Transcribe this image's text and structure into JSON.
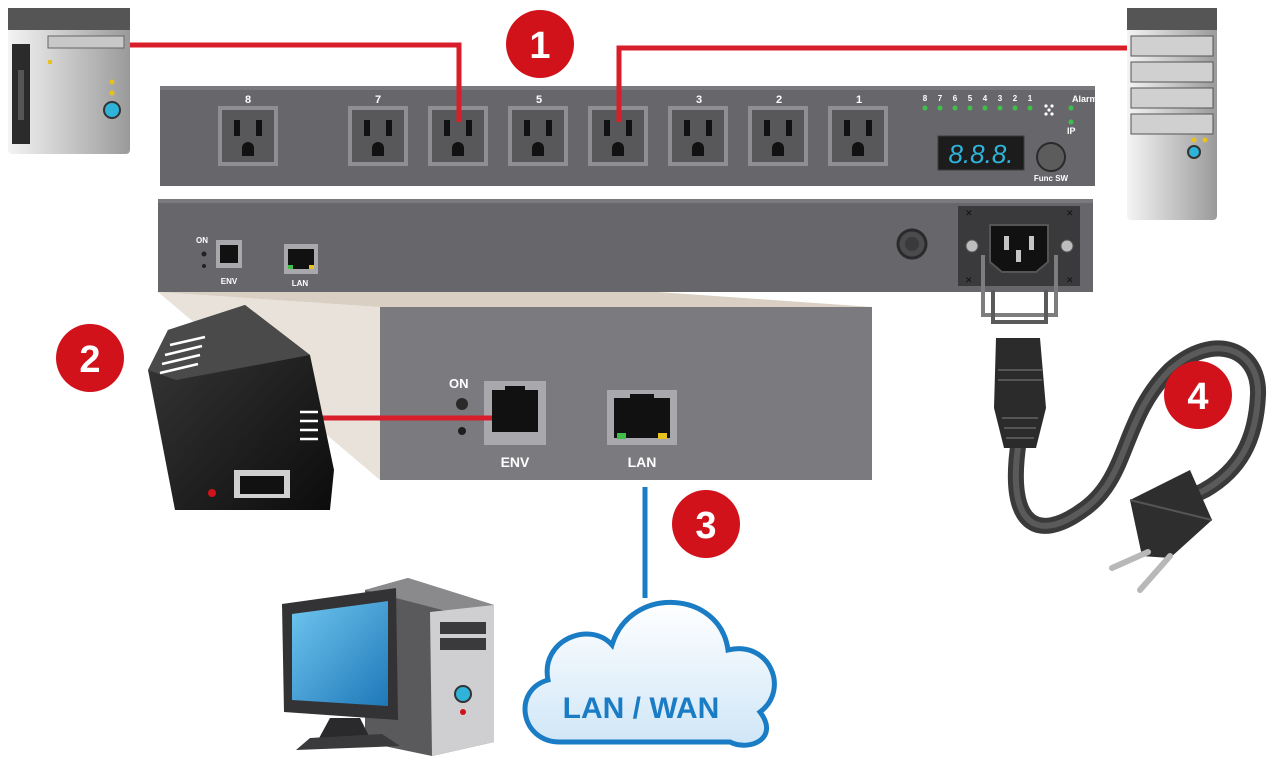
{
  "pdu_front": {
    "outlet_numbers": [
      "8",
      "7",
      "5",
      "3",
      "2",
      "1"
    ],
    "led_numbers": [
      "8",
      "7",
      "6",
      "5",
      "4",
      "3",
      "2",
      "1"
    ],
    "alarm_label": "Alarm",
    "ip_label": "IP",
    "display_value": "8.8.8.",
    "func_label": "Func SW"
  },
  "pdu_rear": {
    "on_label": "ON",
    "env_label": "ENV",
    "lan_label": "LAN"
  },
  "zoom_panel": {
    "on_label": "ON",
    "env_label": "ENV",
    "lan_label": "LAN"
  },
  "badges": [
    "1",
    "2",
    "3",
    "4"
  ],
  "cloud_label": "LAN / WAN",
  "colors": {
    "badge_red": "#d1121b",
    "cable_red": "#d81e2a",
    "network_blue": "#1a7cc4",
    "panel_gray": "#67676b",
    "zoom_gray": "#7b7b7f"
  }
}
